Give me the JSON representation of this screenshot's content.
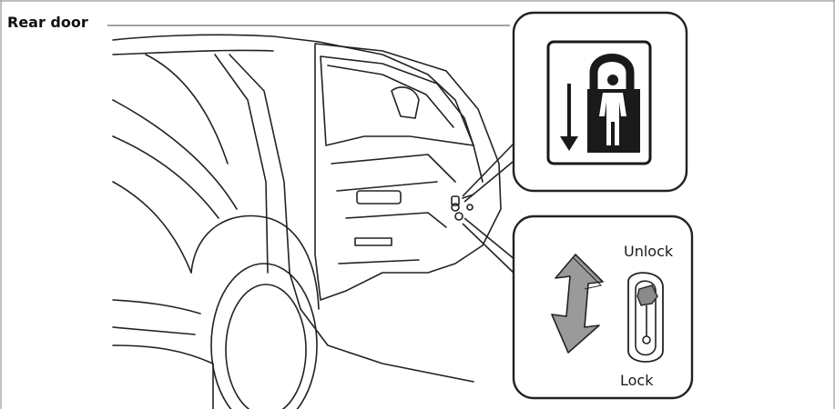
{
  "figure": {
    "title": "Rear door",
    "child_lock_symbol": "child-lock-symbol-icon",
    "lever_labels": {
      "unlock": "Unlock",
      "lock": "Lock"
    }
  },
  "colors": {
    "line": "#222222",
    "symbol_fill": "#1a1a1a",
    "arrow_fill": "#9a9a9a",
    "frame": "#9a9a9a"
  }
}
